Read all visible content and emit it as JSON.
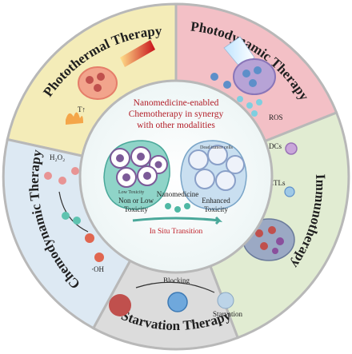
{
  "segments": {
    "photothermal": "Photothermal Therapy",
    "photodynamic": "Photodynamic Therapy",
    "immunotherapy": "Immunotherapy",
    "starvation": "Starvation Therapy",
    "chemodynamic": "Chemodynamic Therapy"
  },
  "center": {
    "line1": "Nanomedicine-enabled",
    "line2": "Chemotherapy in synergy",
    "line3": "with other modalities",
    "low_toxicity_1": "Non or Low",
    "low_toxicity_2": "Toxicity",
    "nanomedicine": "Nanomedicine",
    "enhanced_1": "Enhanced",
    "enhanced_2": "Toxicity",
    "transition": "In Situ Transition",
    "tiny_left": "Low Toxicity",
    "tiny_right": "Dead tumor cells"
  },
  "labels": {
    "temp": "T↑",
    "ros": "ROS",
    "h2o2": "H₂O₂",
    "oh": "·OH",
    "dcs": "DCs",
    "ctls": "CTLs",
    "blocking": "Blocking",
    "starvation": "Starvation"
  }
}
